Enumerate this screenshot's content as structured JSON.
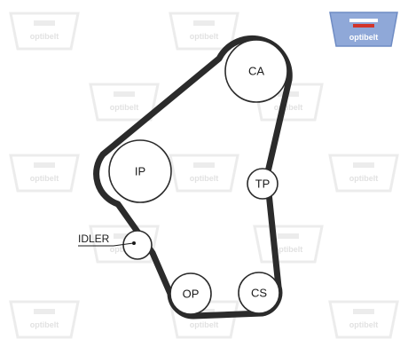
{
  "brand": {
    "logo_text": "optibelt",
    "logo_color": "#8fa8d8",
    "logo_accent": "#d2342a",
    "watermark_text": "optibelt",
    "watermark_color": "#e2e2e2"
  },
  "pulleys": {
    "ca": {
      "label": "CA"
    },
    "ip": {
      "label": "IP"
    },
    "tp": {
      "label": "TP"
    },
    "idler": {
      "label": ""
    },
    "op": {
      "label": "OP"
    },
    "cs": {
      "label": "CS"
    }
  },
  "annotations": {
    "idler_label": "IDLER"
  },
  "belt": {
    "color": "#2b2b2b"
  }
}
